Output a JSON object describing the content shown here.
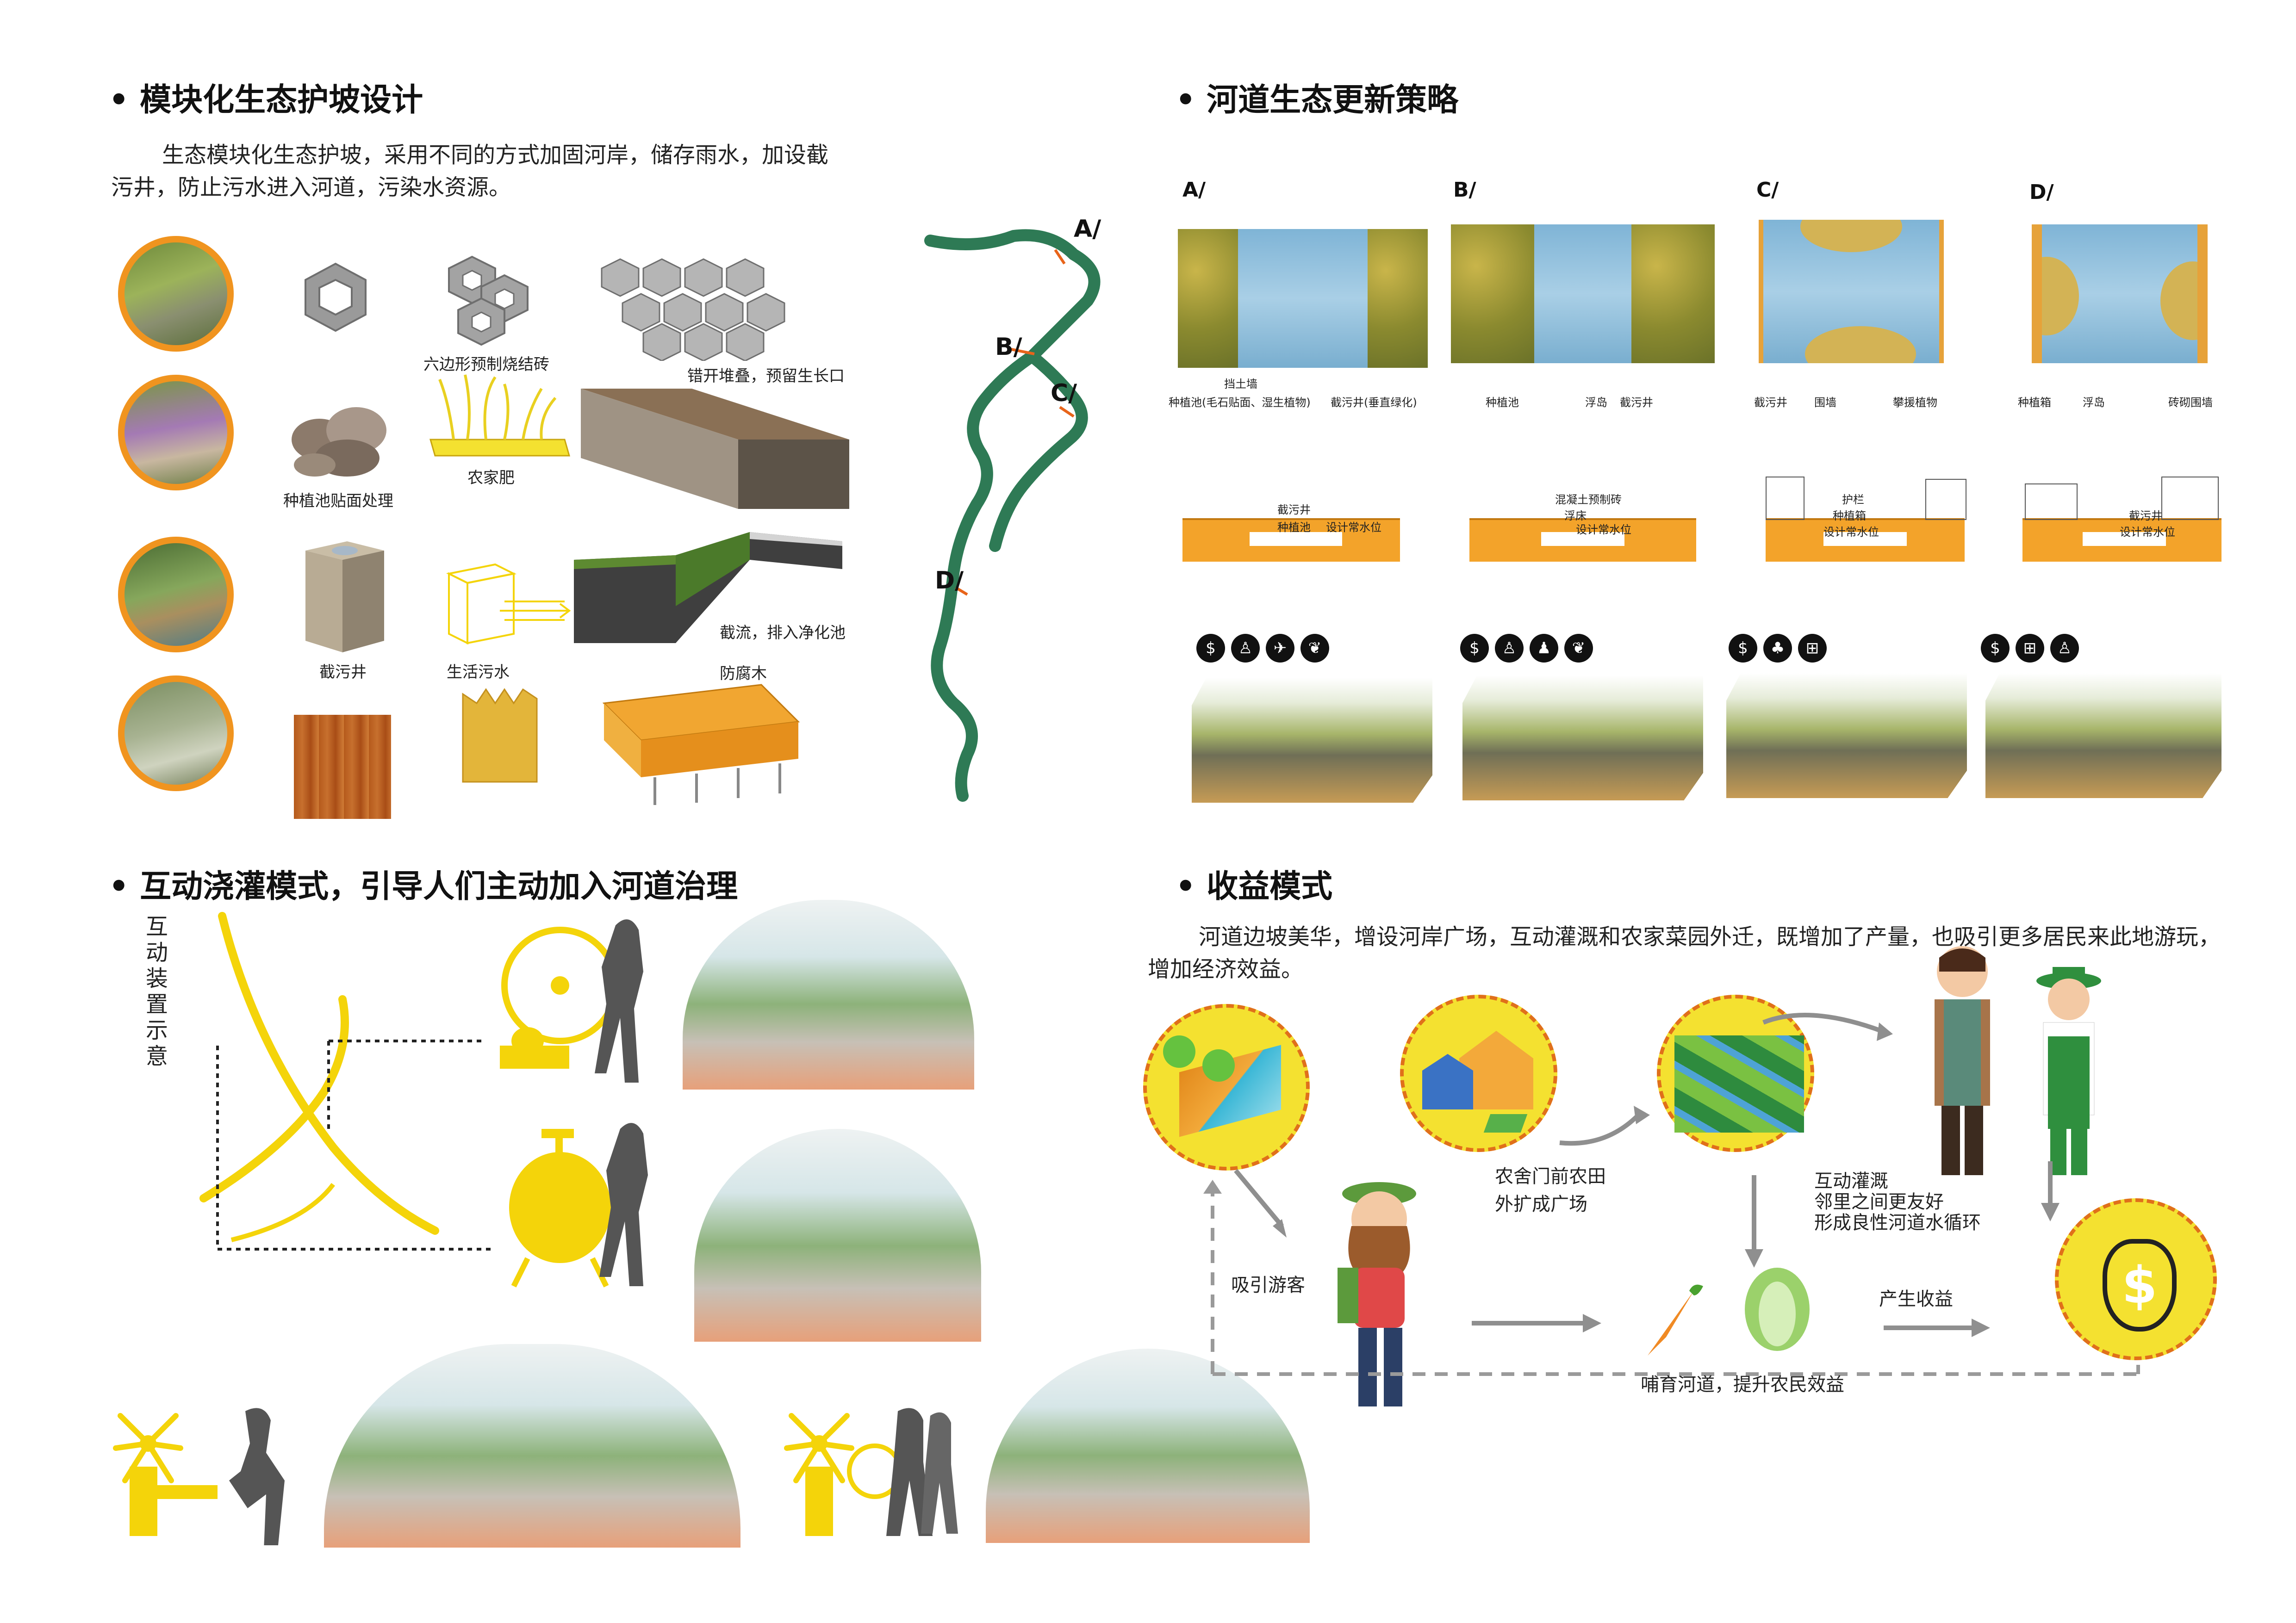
{
  "sections": {
    "modular": {
      "title": "模块化生态护坡设计",
      "desc": "生态模块化生态护坡，采用不同的方式加固河岸，储存雨水，加设截污井，防止污水进入河道，污染水资源。",
      "labels": {
        "hex_brick": "六边形预制烧结砖",
        "stagger": "错开堆叠，预留生长口",
        "planter_face": "种植池贴面处理",
        "manure": "农家肥",
        "sewage_well": "截污井",
        "domestic": "生活污水",
        "intercept": "截流，排入净化池",
        "wood": "防腐木"
      }
    },
    "strategy": {
      "title": "河道生态更新策略",
      "map_markers": [
        "A/",
        "B/",
        "C/",
        "D/"
      ],
      "plans": [
        {
          "letter": "A/",
          "labels": [
            "挡土墙",
            "种植池(毛石贴面、湿生植物)",
            "截污井(垂直绿化)"
          ]
        },
        {
          "letter": "B/",
          "labels": [
            "种植池",
            "浮岛",
            "截污井"
          ]
        },
        {
          "letter": "C/",
          "labels": [
            "截污井",
            "围墙",
            "攀援植物"
          ]
        },
        {
          "letter": "D/",
          "labels": [
            "种植箱",
            "浮岛",
            "砖砌围墙"
          ]
        }
      ],
      "sections": [
        {
          "labels": [
            "截污井",
            "种植池",
            "设计常水位"
          ]
        },
        {
          "labels": [
            "混凝土预制砖",
            "浮床",
            "设计常水位"
          ]
        },
        {
          "labels": [
            "护栏",
            "种植箱",
            "设计常水位"
          ]
        },
        {
          "labels": [
            "截污井",
            "设计常水位"
          ]
        }
      ]
    },
    "interactive": {
      "title": "互动浇灌模式，引导人们主动加入河道治理",
      "vertical_label": "互动装置示意"
    },
    "profit": {
      "title": "收益模式",
      "desc": "河道边坡美华，增设河岸广场，互动灌溉和农家菜园外迁，既增加了产量，也吸引更多居民来此地游玩，增加经济效益。",
      "labels": {
        "farmhouse": "农舍门前农田",
        "farmhouse2": "外扩成广场",
        "irrigation": "互动灌溉",
        "irrigation2": "邻里之间更友好",
        "irrigation3": "形成良性河道水循环",
        "tourists": "吸引游客",
        "nurture": "哺育河道，提升农民效益",
        "income": "产生收益"
      }
    }
  },
  "colors": {
    "accent": "#f0941f",
    "yellow": "#f4e130",
    "river": "#2e7a55",
    "marker": "#e8641a"
  }
}
